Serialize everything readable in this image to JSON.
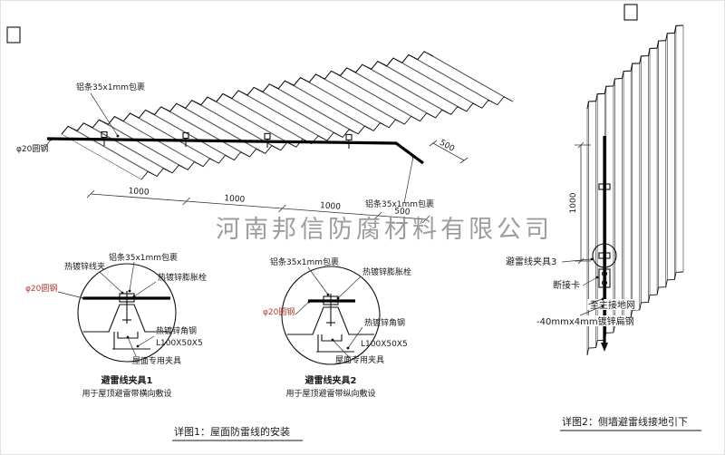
{
  "watermark": "河南邦信防腐材料有限公司",
  "main_view": {
    "al_strip_top": "铝条35x1mm包裹",
    "al_strip_right": "铝条35x1mm包裹",
    "round_steel": "φ20圆钢",
    "dims": [
      "1000",
      "1000",
      "1000",
      "500"
    ],
    "dim_side": "500"
  },
  "detail1": {
    "wire_clamp": "热镀锌线夹",
    "al_strip": "铝条35x1mm包裹",
    "anchor_bolt": "热镀锌膨胀栓",
    "round_steel": "φ20圆钢",
    "angle_steel": "热镀锌角钢",
    "angle_spec": "L100X50X5",
    "roof_clamp": "屋面专用夹具",
    "title": "避雷线夹具1",
    "subtitle": "用于屋顶避雷带横向敷设"
  },
  "detail2": {
    "al_strip": "铝条35x1mm包裹",
    "anchor_bolt": "热镀锌膨胀栓",
    "round_steel": "φ20圆钢",
    "angle_steel": "热镀锌角钢",
    "angle_spec": "L100X50X5",
    "roof_clamp": "屋面专用夹具",
    "title": "避雷线夹具2",
    "subtitle": "用于屋顶避雷带纵向敷设"
  },
  "wall_view": {
    "dim": "1000",
    "clamp3": "避雷线夹具3",
    "disconnect_card": "断接卡",
    "to_ground": "至主接地网",
    "flat_steel": "-40mmx4mm镀锌扁钢"
  },
  "captions": {
    "detail1": "详图1：屋面防雷线的安装",
    "detail2": "详图2：侧墙避雷线接地引下"
  },
  "colors": {
    "line": "#1a1a1a",
    "red": "#b03a2e",
    "watermark": "#828282"
  }
}
